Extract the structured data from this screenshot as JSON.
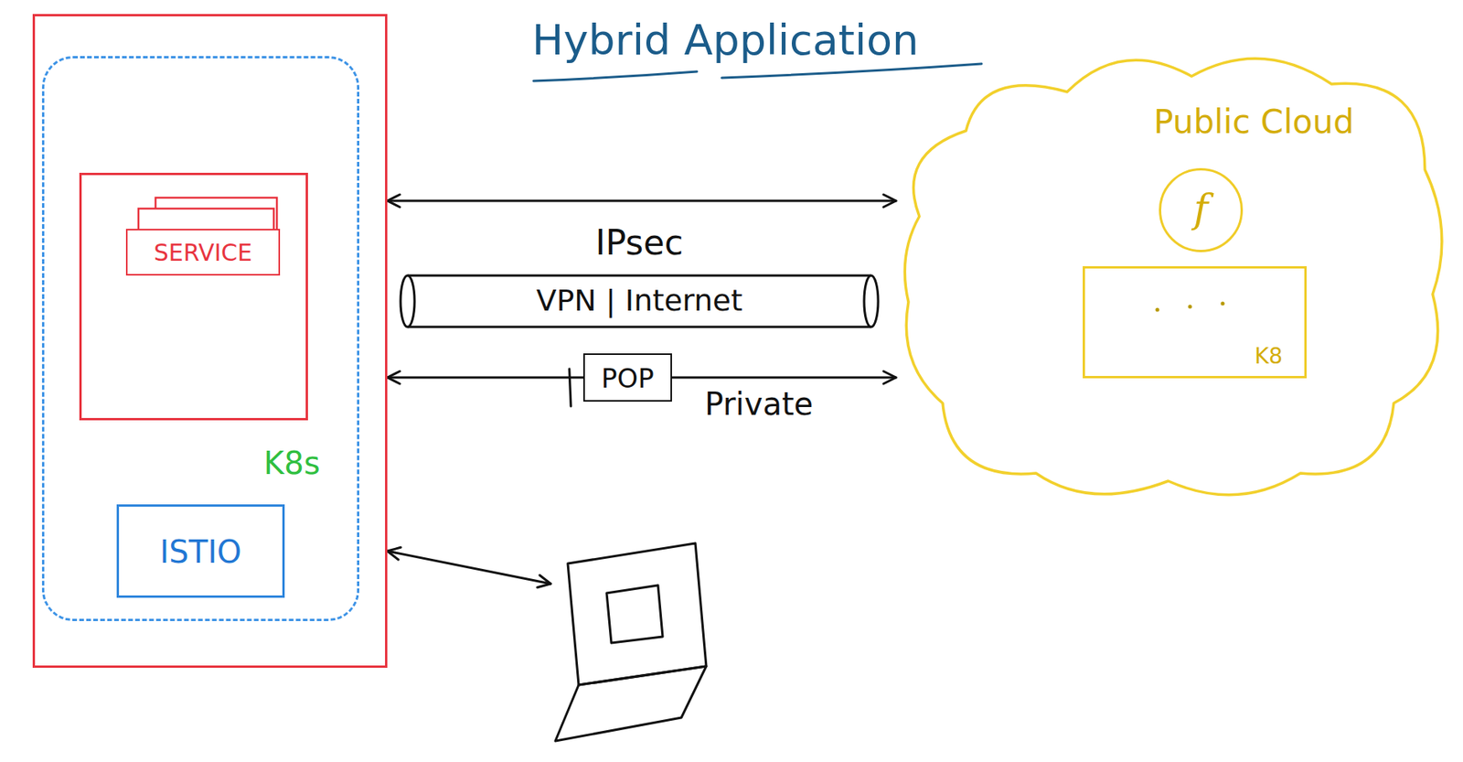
{
  "diagram": {
    "title": "Hybrid Application",
    "nodes": [
      {
        "text": []
      },
      {
        "text": [
          "K8s"
        ],
        "in": 0
      },
      {
        "text": [],
        "in": 1
      },
      {
        "text": [
          "SERVICE"
        ],
        "in": 2
      },
      {
        "text": [
          "ISTIO"
        ],
        "in": 1
      },
      {
        "text": [
          "Public Cloud"
        ]
      },
      {
        "text": [
          "f"
        ],
        "in": 5
      },
      {
        "text": [
          "K8"
        ],
        "in": 5
      },
      {
        "text": [
          "IPsec",
          "VPN | Internet"
        ]
      },
      {
        "text": [
          "POP"
        ]
      },
      {
        "text": []
      }
    ],
    "edges": [
      {
        "from": 0,
        "to": 5,
        "arrow": "both"
      },
      {
        "from": 9,
        "to": 0,
        "arrow": "to"
      },
      {
        "from": 9,
        "to": 5,
        "arrow": "to",
        "label": "Private"
      },
      {
        "from": 10,
        "to": 0,
        "arrow": "both"
      }
    ]
  }
}
